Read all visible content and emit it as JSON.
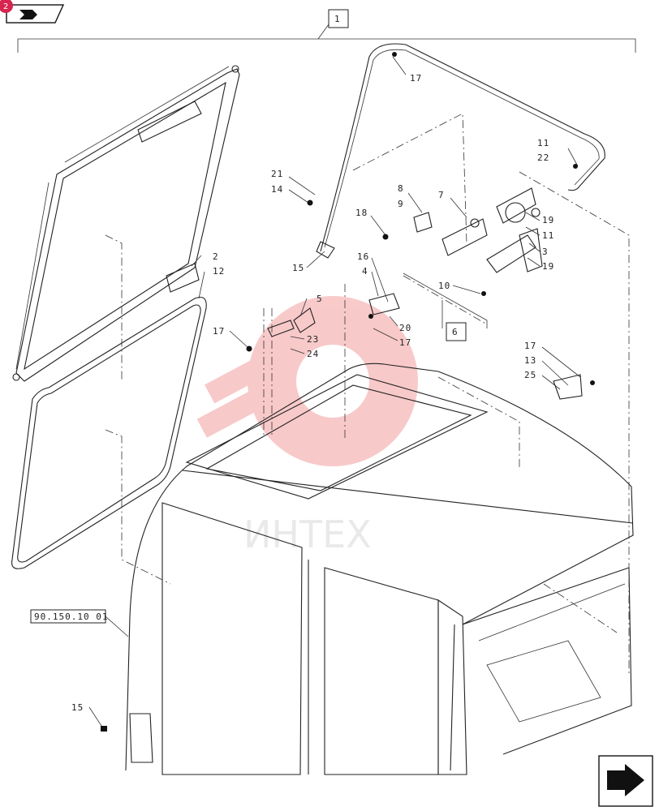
{
  "badge": {
    "number": "2"
  },
  "watermark": {
    "text": "ИНТЕХ"
  },
  "reference": {
    "label": "90.150.10 01"
  },
  "assembly_box": {
    "label": "1"
  },
  "subassembly_box": {
    "label": "6"
  },
  "callouts": {
    "c17a": "17",
    "c11a": "11",
    "c22": "22",
    "c21": "21",
    "c14": "14",
    "c8": "8",
    "c9": "9",
    "c7": "7",
    "c18": "18",
    "c19a": "19",
    "c11b": "11",
    "c3": "3",
    "c19b": "19",
    "c2": "2",
    "c12": "12",
    "c15a": "15",
    "c16": "16",
    "c4": "4",
    "c10": "10",
    "c5": "5",
    "c17b": "17",
    "c23": "23",
    "c24": "24",
    "c20": "20",
    "c17c": "17",
    "c17d": "17",
    "c13": "13",
    "c25": "25",
    "c15b": "15"
  },
  "icons": {
    "top_left": "next-page-arrow-icon",
    "bottom_right": "next-page-arrow-icon"
  }
}
